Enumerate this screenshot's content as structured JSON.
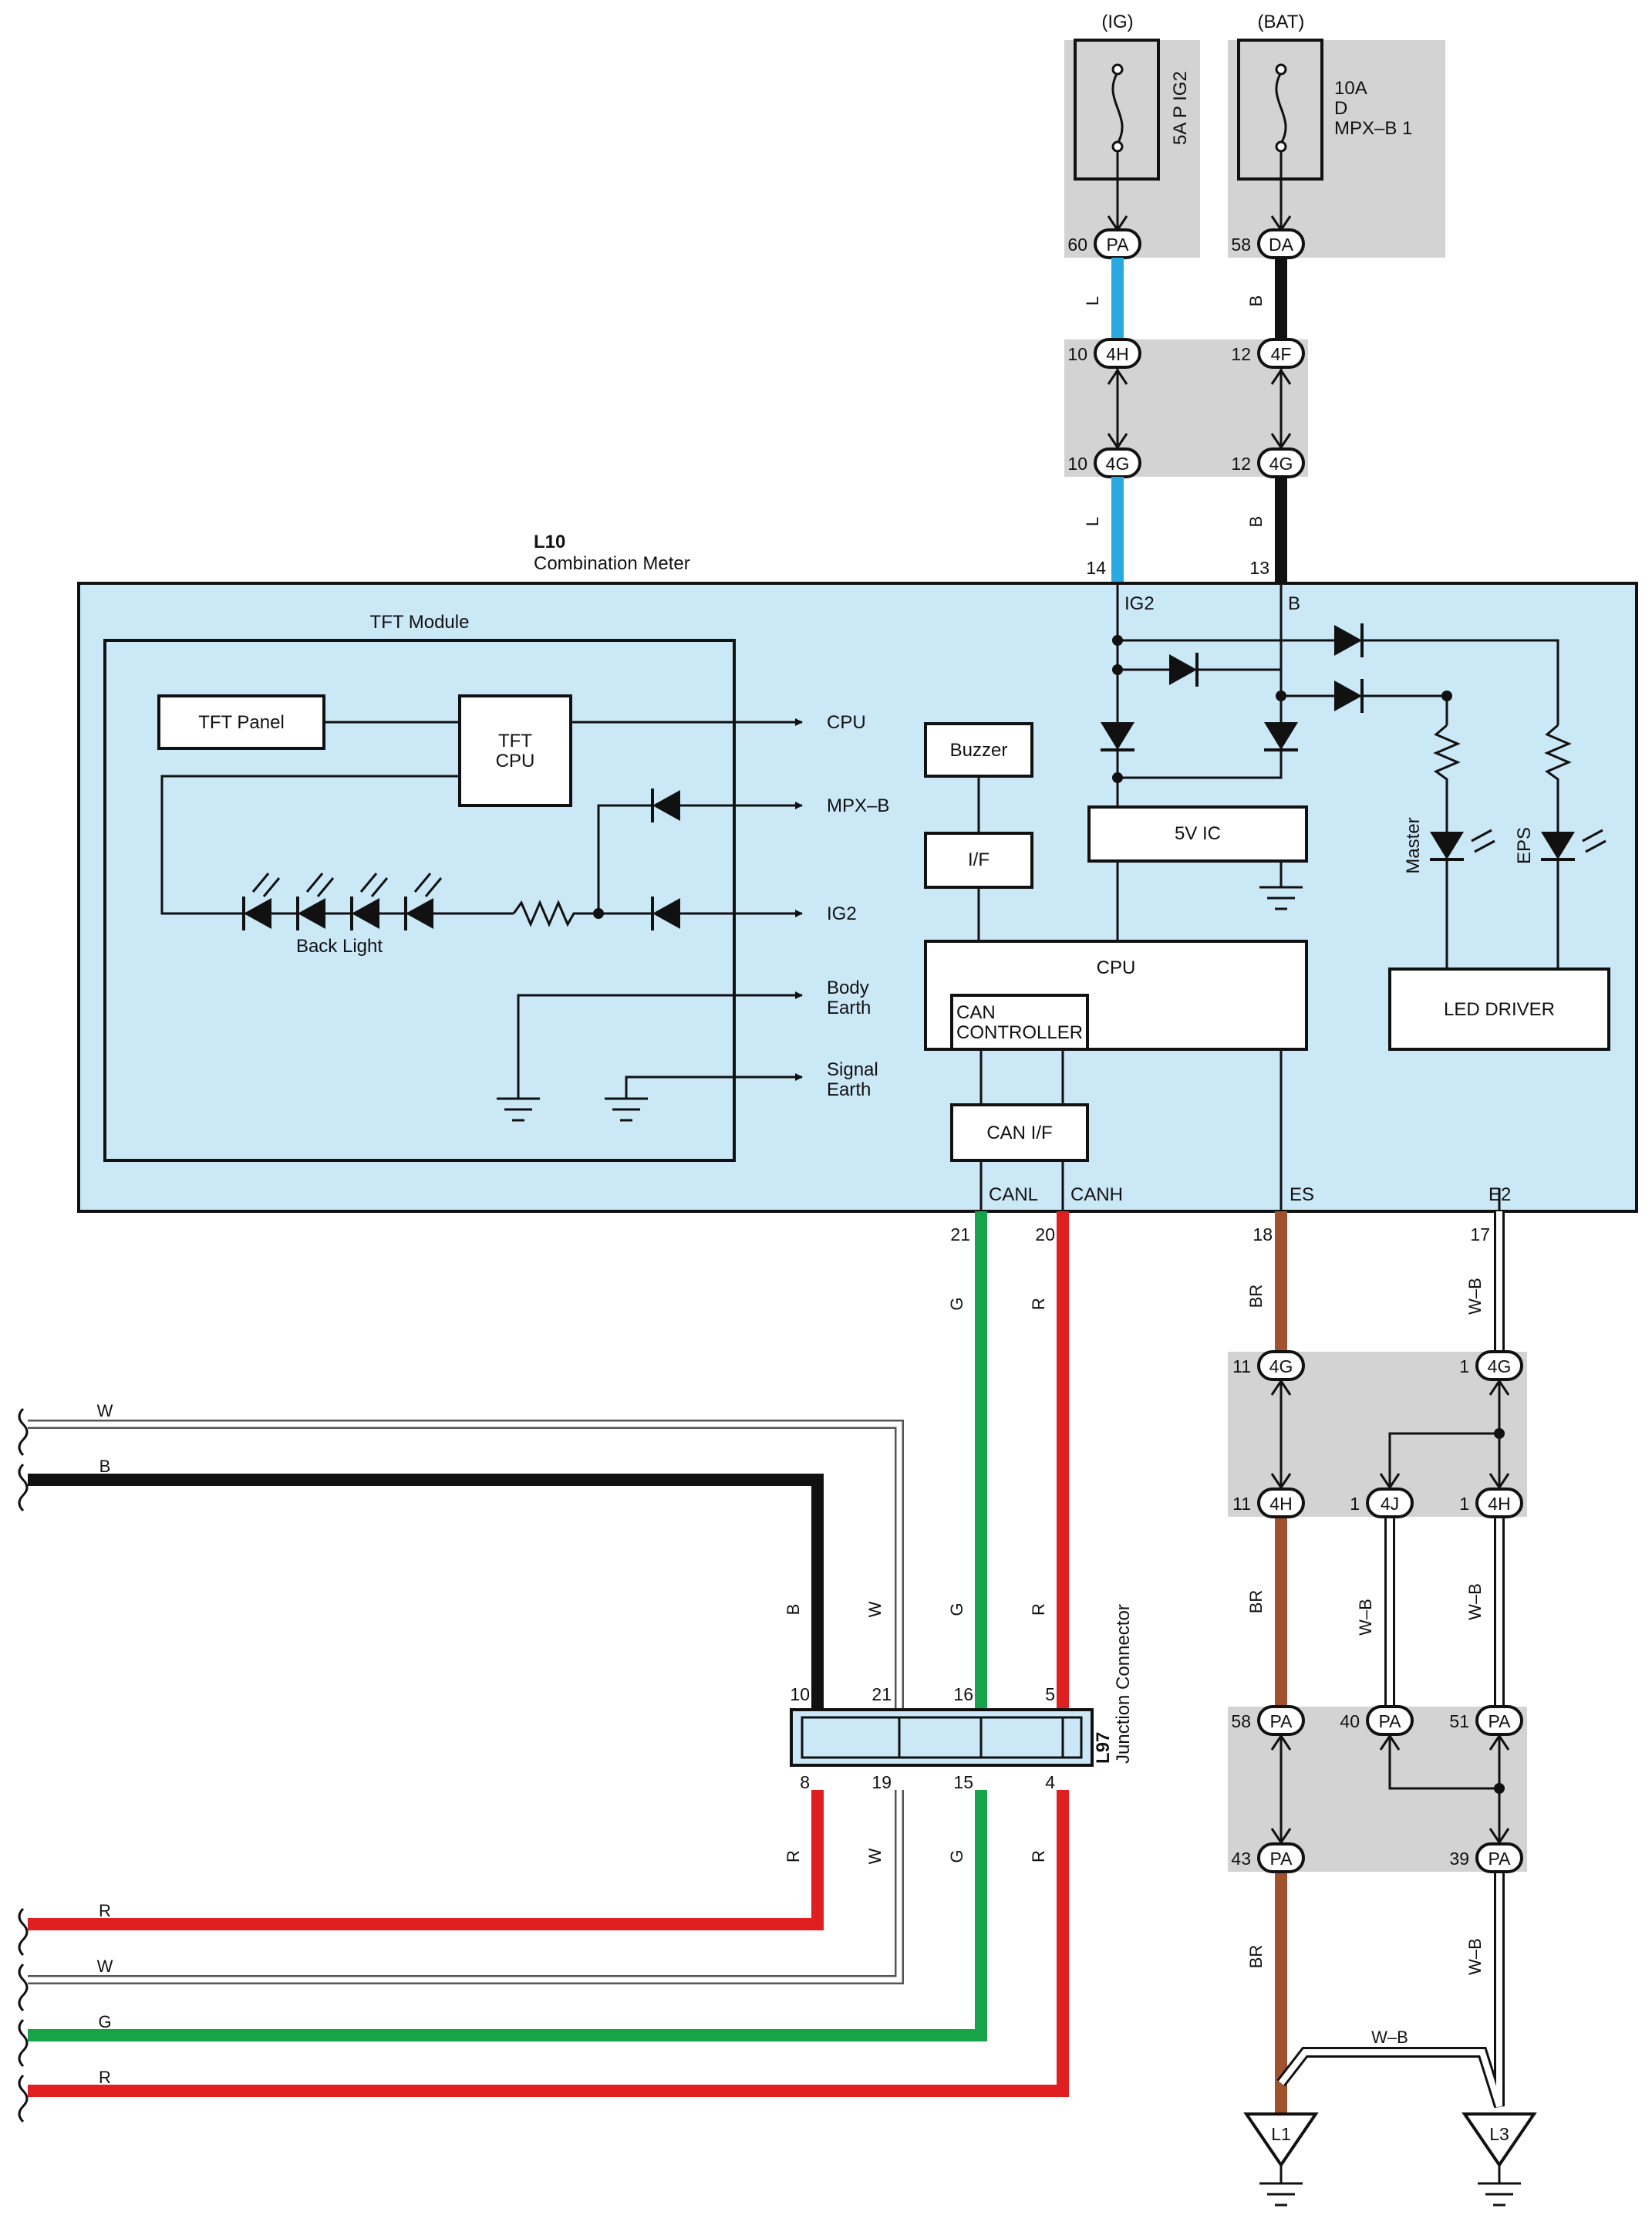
{
  "colors": {
    "L": "#29a9e1",
    "B": "#111111",
    "G": "#16a34a",
    "R": "#e02020",
    "BR": "#a0522d",
    "W": "#ffffff",
    "panel": "#cbe8f7",
    "gray": "#d3d3d3"
  },
  "fuses": {
    "ig": {
      "supply": "(IG)",
      "rating": "5A P IG2",
      "pin": "60",
      "connector": "PA"
    },
    "bat": {
      "supply": "(BAT)",
      "rating_line1": "10A",
      "rating_line2": "D",
      "rating_line3": "MPX–B 1",
      "pin": "58",
      "connector": "DA"
    }
  },
  "top_junctions": {
    "ig_upper": {
      "pin": "10",
      "connector": "4H"
    },
    "ig_lower": {
      "pin": "10",
      "connector": "4G"
    },
    "bat_upper": {
      "pin": "12",
      "connector": "4F"
    },
    "bat_lower": {
      "pin": "12",
      "connector": "4G"
    }
  },
  "meter": {
    "code": "L10",
    "name": "Combination Meter",
    "pin_ig2": "14",
    "pin_b": "13",
    "term_ig2": "IG2",
    "term_b": "B",
    "tft_module": "TFT Module",
    "tft_panel": "TFT Panel",
    "tft_cpu_1": "TFT",
    "tft_cpu_2": "CPU",
    "back_light": "Back Light",
    "out_cpu": "CPU",
    "out_mpxb": "MPX–B",
    "out_ig2": "IG2",
    "out_body_1": "Body",
    "out_body_2": "Earth",
    "out_signal_1": "Signal",
    "out_signal_2": "Earth",
    "buzzer": "Buzzer",
    "if": "I/F",
    "ic5v": "5V IC",
    "cpu": "CPU",
    "can_ctrl_1": "CAN",
    "can_ctrl_2": "CONTROLLER",
    "can_if": "CAN I/F",
    "master": "Master",
    "eps": "EPS",
    "led_driver": "LED DRIVER",
    "term_canl": "CANL",
    "term_canh": "CANH",
    "term_es": "ES",
    "term_e2": "E2",
    "pin_canl": "21",
    "pin_canh": "20",
    "pin_es": "18",
    "pin_e2": "17"
  },
  "wire_labels": {
    "L": "L",
    "B": "B",
    "G": "G",
    "R": "R",
    "W": "W",
    "BR": "BR",
    "WB": "W–B"
  },
  "lower_junctions": {
    "br_upper": {
      "pin": "11",
      "connector": "4G"
    },
    "wb_upper": {
      "pin": "1",
      "connector": "4G"
    },
    "br_mid": {
      "pin": "11",
      "connector": "4H"
    },
    "j4j": {
      "pin": "1",
      "connector": "4J"
    },
    "wb_mid": {
      "pin": "1",
      "connector": "4H"
    },
    "br_pa": {
      "pin": "58",
      "connector": "PA"
    },
    "j40": {
      "pin": "40",
      "connector": "PA"
    },
    "wb_pa": {
      "pin": "51",
      "connector": "PA"
    },
    "br_pa2": {
      "pin": "43",
      "connector": "PA"
    },
    "wb_pa2": {
      "pin": "39",
      "connector": "PA"
    }
  },
  "junction_connector": {
    "code": "L97",
    "name": "Junction Connector",
    "top_pins": [
      "10",
      "21",
      "16",
      "5"
    ],
    "bottom_pins": [
      "8",
      "19",
      "15",
      "4"
    ]
  },
  "grounds": {
    "l1": "L1",
    "l3": "L3"
  }
}
